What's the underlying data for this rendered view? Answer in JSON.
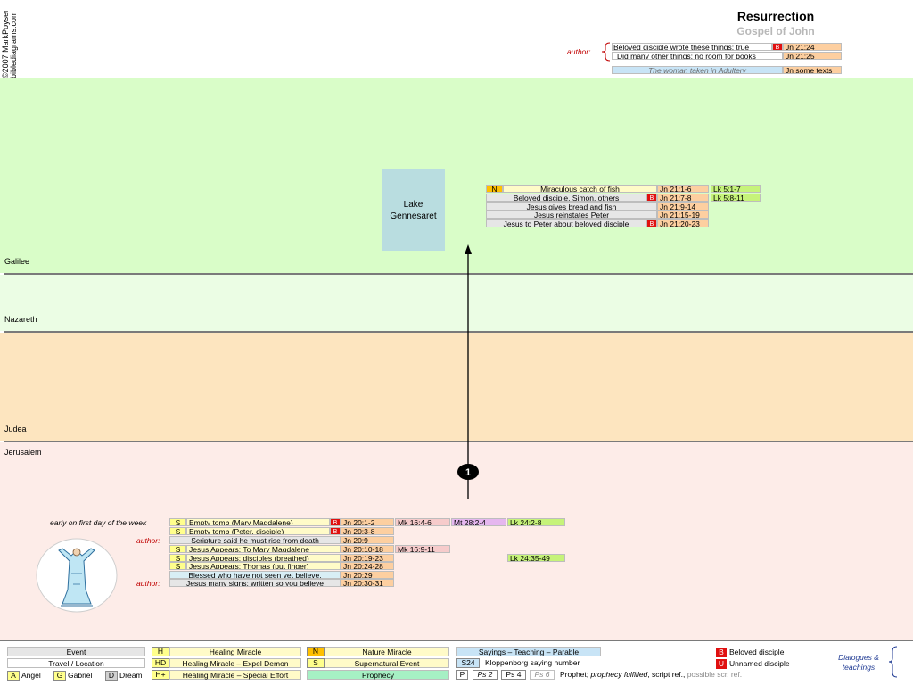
{
  "copyright": [
    "©2007 MarkPoyser",
    "biblediagrams.com"
  ],
  "header": {
    "title": "Resurrection",
    "subtitle": "Gospel of John"
  },
  "author_note": {
    "label": "author:",
    "rows": [
      {
        "text": "Beloved disciple wrote these things; true",
        "badge": "B",
        "ref": "Jn 21:24"
      },
      {
        "text": "Did many other things; no room for books",
        "ref": "Jn 21:25"
      }
    ],
    "adultery": {
      "text": "The woman taken in Adultery",
      "ref": "Jn some texts"
    }
  },
  "regions": {
    "galilee": "Galilee",
    "nazareth": "Nazareth",
    "judea": "Judea",
    "jerusalem": "Jerusalem"
  },
  "lake": {
    "line1": "Lake",
    "line2": "Gennesaret"
  },
  "marker": "1",
  "galilee_events": [
    {
      "badge": "N",
      "text": "Miraculous catch of fish",
      "jn": "Jn 21:1-6",
      "lk": "Lk 5:1-7"
    },
    {
      "text": "Beloved disciple, Simon, others",
      "b": "B",
      "jn": "Jn 21:7-8",
      "lk": "Lk 5:8-11"
    },
    {
      "text": "Jesus gives bread and fish",
      "jn": "Jn 21:9-14"
    },
    {
      "text": "Jesus reinstates Peter",
      "jn": "Jn 21:15-19"
    },
    {
      "text": "Jesus to Peter about beloved disciple",
      "b": "B",
      "jn": "Jn 21:20-23"
    }
  ],
  "jerusalem": {
    "time_label": "early on first day of the week",
    "author_label": "author:",
    "events": [
      {
        "badge": "S",
        "text": "Empty tomb (Mary Magdalene)",
        "b": "B",
        "jn": "Jn 20:1-2",
        "mk": "Mk 16:4-6",
        "mt": "Mt 28:2-4",
        "lk": "Lk 24:2-8"
      },
      {
        "badge": "S",
        "text": "Empty tomb (Peter, disciple)",
        "b": "B",
        "jn": "Jn 20:3-8"
      },
      {
        "text": "Scripture said he must rise from death",
        "jn": "Jn 20:9"
      },
      {
        "badge": "S",
        "text": "Jesus Appears: To Mary Magdalene",
        "jn": "Jn 20:10-18",
        "mk": "Mk 16:9-11"
      },
      {
        "badge": "S",
        "text": "Jesus Appears: disciples (breathed)",
        "jn": "Jn 20:19-23",
        "lk": "Lk 24:35-49"
      },
      {
        "badge": "S",
        "text": "Jesus Appears: Thomas (put finger)",
        "jn": "Jn 20:24-28"
      },
      {
        "text": "Blessed who have not seen yet believe.",
        "jn": "Jn 20:29"
      },
      {
        "text": "Jesus many signs; written so you believe",
        "jn": "Jn 20:30-31"
      }
    ]
  },
  "legend": {
    "event": "Event",
    "travel": "Travel / Location",
    "angel_key": "A",
    "angel": "Angel",
    "gabriel_key": "G",
    "gabriel": "Gabriel",
    "dream_key": "D",
    "dream": "Dream",
    "h_key": "H",
    "healing": "Healing Miracle",
    "hd_key": "HD",
    "expel": "Healing Miracle – Expel Demon",
    "hplus_key": "H+",
    "special": "Healing Miracle – Special Effort",
    "n_key": "N",
    "nature": "Nature Miracle",
    "s_key": "S",
    "supernatural": "Supernatural Event",
    "prophecy": "Prophecy",
    "sayings": "Sayings – Teaching – Parable",
    "s24_key": "S24",
    "kloppenborg": "Kloppenborg saying number",
    "p_key": "P",
    "ps2": "Ps 2",
    "ps4": "Ps 4",
    "ps6": "Ps 6",
    "prophet_text1": "Prophet; ",
    "prophet_text2": "prophecy fulfilled",
    "prophet_text3": ", script ref., ",
    "prophet_text4": "possible scr. ref.",
    "b_key": "B",
    "beloved": "Beloved disciple",
    "u_key": "U",
    "unnamed": "Unnamed disciple",
    "dialogues1": "Dialogues &",
    "dialogues2": "teachings"
  },
  "colors": {
    "galilee": "#d9fdc8",
    "nazareth": "#ebfde4",
    "judea": "#fde5bf",
    "jerusalem": "#fdece8",
    "lake": "#b9dde0",
    "badge_red": "#e01010"
  }
}
